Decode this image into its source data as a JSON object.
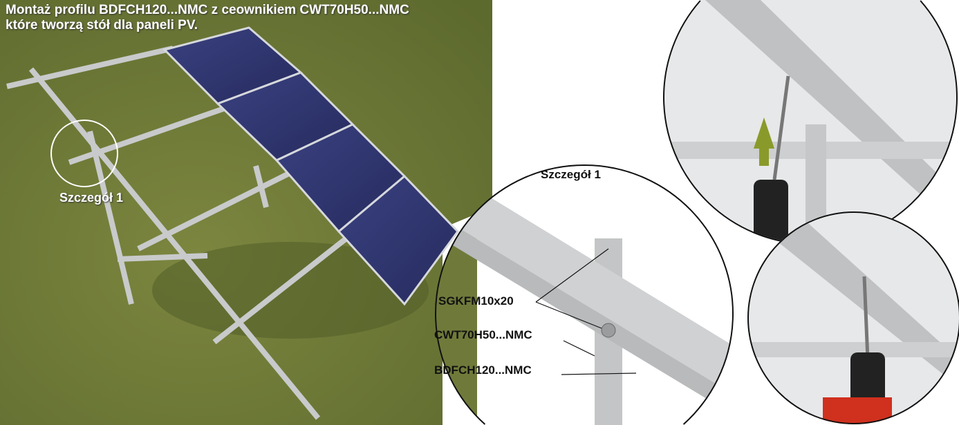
{
  "title": {
    "line1": "Montaż profilu BDFCH120...NMC z ceownikiem CWT70H50...NMC",
    "line2": "które tworzą stół dla paneli PV."
  },
  "scene": {
    "detail_marker_label": "Szczegół 1"
  },
  "detail": {
    "heading": "Szczegół 1",
    "labels": {
      "screw": "SGKFM10x20",
      "channel": "CWT70H50...NMC",
      "profile": "BDFCH120...NMC"
    }
  },
  "colors": {
    "grass": "#6f7a3a",
    "panel": "#2f3570",
    "steel": "#c9cbcc",
    "arrow": "#8a9a2a",
    "drill": "#d0301e"
  }
}
